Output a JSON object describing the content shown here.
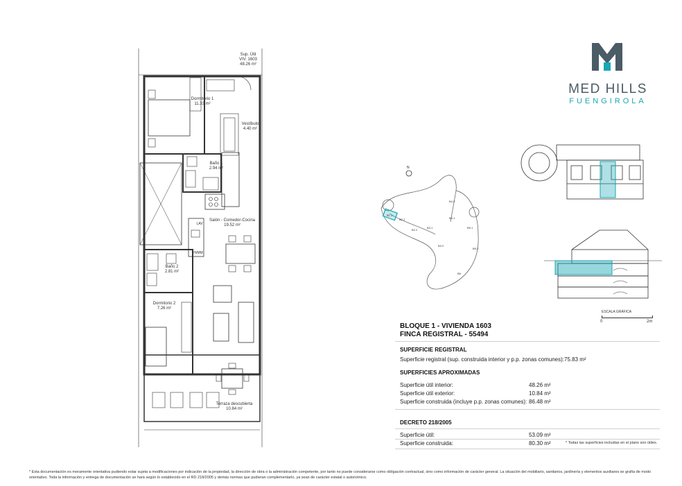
{
  "brand": {
    "name": "MED HILLS",
    "city": "FUENGIROLA",
    "teal": "#17a7b5",
    "slate": "#4a5c66"
  },
  "plan": {
    "sup_util_label": "Sup. Útil\nVIV. 1603\n48.26 m²",
    "rooms": {
      "dormitorio1": "Dormitorio 1\n11.33 m²",
      "vestibulo": "Vestíbulo\n4.40 m²",
      "bano1": "Baño 1\n2.94 m²",
      "salon": "Salón - Comedor-Cocina\n19.52 m²",
      "bano2": "Baño 2\n2.81 m²",
      "dormitorio2": "Dormitorio 2\n7.26 m²",
      "terraza": "Terraza descubierta\n10.84 m²"
    },
    "appliances": {
      "lav": "LAV",
      "hmm": "H/MM"
    }
  },
  "site": {
    "compass": "N",
    "blocks": [
      "B1.1",
      "B2.1",
      "B2.2",
      "B3.1",
      "B3.2",
      "B4.1",
      "B4.2",
      "B5.1",
      "B5.2",
      "B6"
    ]
  },
  "section_view": {
    "scale_title": "ESCALA GRÁFICA",
    "scale_start": "0",
    "scale_end": "2m"
  },
  "info": {
    "title_line1": "BLOQUE 1 - VIVIENDA 1603",
    "title_line2": "FINCA REGISTRAL - 55494",
    "registral_heading": "SUPERFICIE REGISTRAL",
    "registral_label": "Superficie registral (sup. construida interior y p.p. zonas comunes):",
    "registral_value": "75.83 m²",
    "aprox_heading": "SUPERFICIES APROXIMADAS",
    "aprox_rows": [
      {
        "label": "Superficie útil interior:",
        "value": "48.26 m²"
      },
      {
        "label": "Superficie útil exterior:",
        "value": "10.84 m²"
      },
      {
        "label": "Superficie construida (incluye p.p. zonas comunes):",
        "value": "86.48 m²"
      }
    ],
    "decreto_heading": "DECRETO 218/2005",
    "decreto_rows": [
      {
        "label": "Superficie útil:",
        "value": "53.09 m²"
      },
      {
        "label": "Superficie construida:",
        "value": "80.30 m²"
      }
    ],
    "note": "* Todas las superficies incluidas en el plano son útiles."
  },
  "footer": "* Esta documentación es meramente orientativa pudiendo estar sujeta a modificaciones por indicación de la propiedad, la dirección de obra o la administración competente, por tanto no puede considerarse como obligación contractual, sino como información de carácter general. La situación del mobiliario, sanitarios, jardinería y elementos auxiliares se grafía de modo orientativo. Toda la información y entrega de documentación se hará según lo establecido en el RD 218/2005 y demás normas que pudieran complementarlo, ya sean de carácter estatal o autonómico."
}
